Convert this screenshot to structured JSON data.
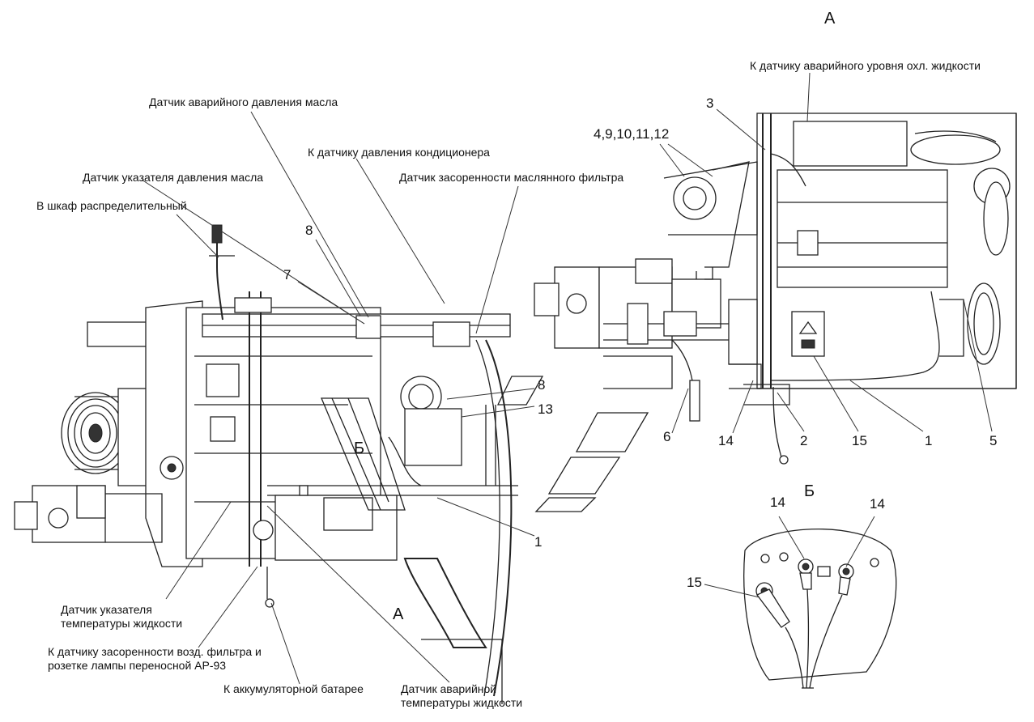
{
  "views": {
    "view_a": "А",
    "view_b": "Б",
    "view_a_mark": "А",
    "view_b_mark": "Б"
  },
  "labels": {
    "coolant_level_sensor": "К датчику аварийного уровня охл. жидкости",
    "oil_pressure_emergency_sensor": "Датчик аварийного давления масла",
    "ac_pressure_sensor": "К датчику давления кондиционера",
    "oil_pressure_gauge_sensor": "Датчик указателя давления масла",
    "oil_filter_clog_sensor": "Датчик засоренности маслянного фильтра",
    "distribution_cabinet": "В шкаф распределительный",
    "coolant_temp_gauge_sensor": "Датчик указателя температуры жидкости",
    "air_filter_clog_sensor": "К датчику засоренности возд. фильтра и розетке лампы переносной АР-93",
    "battery": "К аккумуляторной батарее",
    "coolant_temp_emergency_sensor": "Датчик аварийной температуры жидкости"
  },
  "numbers": {
    "n3": "3",
    "n4_12": "4,9,10,11,12",
    "n8_top": "8",
    "n7": "7",
    "n8_mid": "8",
    "n13": "13",
    "n6": "6",
    "n14_main": "14",
    "n2": "2",
    "n15_main": "15",
    "n1_right": "1",
    "n5": "5",
    "n1_mid": "1",
    "n14_b_left": "14",
    "n14_b_right": "14",
    "n15_b": "15"
  },
  "colors": {
    "line": "#222222",
    "background": "#ffffff"
  }
}
